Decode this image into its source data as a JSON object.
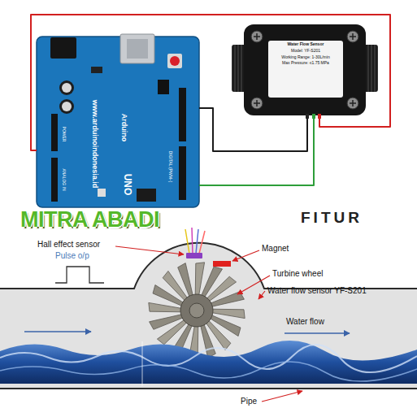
{
  "diagram": {
    "nodes": [
      {
        "text": [
          "www.arduinoindonesia.id",
          "Arduino",
          "UNO",
          "POWER",
          "ANALOG IN",
          "DIGITAL (PWM~)"
        ]
      },
      {
        "text": [
          "Water Flow Sensor",
          "Model: YF-S201",
          "Working Range: 1-30L/min",
          "Max Pressure: ≤1.75 MPa"
        ]
      }
    ],
    "edges": [
      {
        "from": 1,
        "to": 0,
        "arrow": "none"
      },
      {
        "from": 1,
        "to": 0,
        "arrow": "none"
      },
      {
        "from": 1,
        "to": 0,
        "arrow": "none"
      }
    ],
    "labels": [
      "MITRA ABADI",
      "FITUR",
      "Hall effect sensor",
      "Pulse o/p",
      "Magnet",
      "Turbine wheel",
      "Water flow sensor YF-S201",
      "Water flow",
      "Pipe"
    ]
  }
}
